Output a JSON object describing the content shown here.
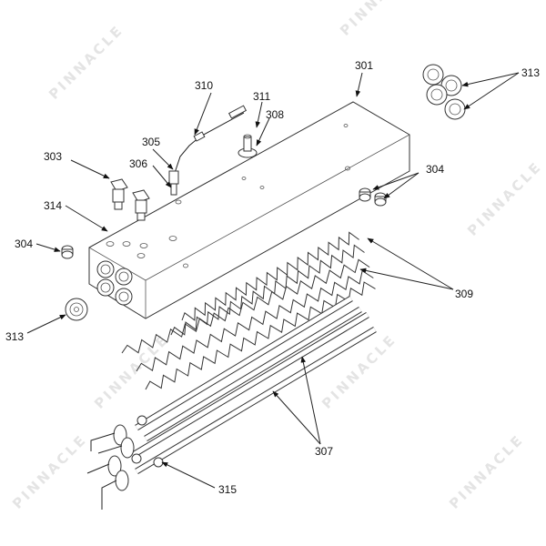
{
  "diagram": {
    "watermark_text": "PINNACLE",
    "callouts": [
      {
        "id": "c301",
        "label": "301"
      },
      {
        "id": "c303",
        "label": "303"
      },
      {
        "id": "c304a",
        "label": "304"
      },
      {
        "id": "c304b",
        "label": "304"
      },
      {
        "id": "c305",
        "label": "305"
      },
      {
        "id": "c306",
        "label": "306"
      },
      {
        "id": "c307",
        "label": "307"
      },
      {
        "id": "c308",
        "label": "308"
      },
      {
        "id": "c309",
        "label": "309"
      },
      {
        "id": "c310",
        "label": "310"
      },
      {
        "id": "c311",
        "label": "311"
      },
      {
        "id": "c313a",
        "label": "313"
      },
      {
        "id": "c313b",
        "label": "313"
      },
      {
        "id": "c314",
        "label": "314"
      },
      {
        "id": "c315",
        "label": "315"
      }
    ]
  }
}
